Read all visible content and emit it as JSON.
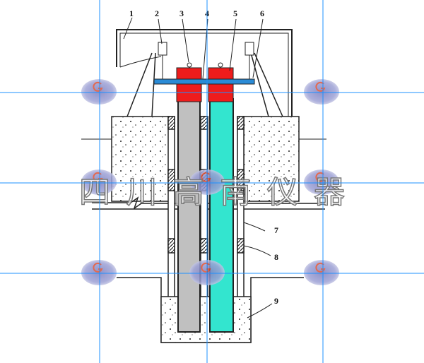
{
  "diagram": {
    "labels": [
      "1",
      "2",
      "3",
      "4",
      "5",
      "6",
      "7",
      "8",
      "9"
    ],
    "watermark": [
      "四",
      "川",
      "高",
      "南",
      "仪",
      "器"
    ],
    "logo_text": "G",
    "colors": {
      "tube_left": "#c0c0c0",
      "tube_right": "#33e5cf",
      "cap": "#ee1c1c",
      "bar": "#2a8bd6",
      "guide": "#1e90ff"
    }
  }
}
